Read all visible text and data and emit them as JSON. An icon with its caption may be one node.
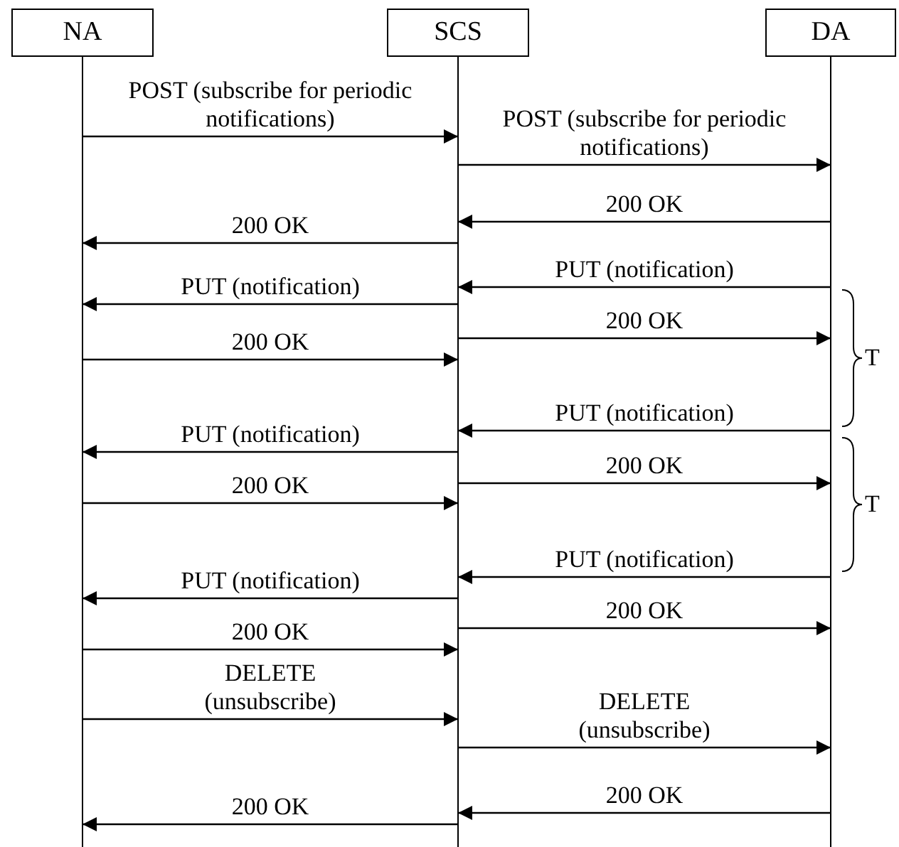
{
  "diagram": {
    "nodes": [
      {
        "text": [
          "NA"
        ]
      },
      {
        "text": [
          "SCS"
        ]
      },
      {
        "text": [
          "DA"
        ]
      }
    ],
    "edges": [
      {
        "from": 0,
        "to": 1,
        "arrow": "to",
        "label": "POST (subscribe for periodic notifications)"
      },
      {
        "from": 1,
        "to": 2,
        "arrow": "to",
        "label": "POST (subscribe for periodic notifications)"
      },
      {
        "from": 2,
        "to": 1,
        "arrow": "to",
        "label": "200 OK"
      },
      {
        "from": 1,
        "to": 0,
        "arrow": "to",
        "label": "200 OK"
      },
      {
        "from": 2,
        "to": 1,
        "arrow": "to",
        "label": "PUT (notification)"
      },
      {
        "from": 1,
        "to": 0,
        "arrow": "to",
        "label": "PUT (notification)"
      },
      {
        "from": 1,
        "to": 2,
        "arrow": "to",
        "label": "200 OK"
      },
      {
        "from": 0,
        "to": 1,
        "arrow": "to",
        "label": "200 OK"
      },
      {
        "from": 2,
        "to": 1,
        "arrow": "to",
        "label": "PUT (notification)"
      },
      {
        "from": 1,
        "to": 0,
        "arrow": "to",
        "label": "PUT (notification)"
      },
      {
        "from": 1,
        "to": 2,
        "arrow": "to",
        "label": "200 OK"
      },
      {
        "from": 0,
        "to": 1,
        "arrow": "to",
        "label": "200 OK"
      },
      {
        "from": 2,
        "to": 1,
        "arrow": "to",
        "label": "PUT (notification)"
      },
      {
        "from": 1,
        "to": 0,
        "arrow": "to",
        "label": "PUT (notification)"
      },
      {
        "from": 1,
        "to": 2,
        "arrow": "to",
        "label": "200 OK"
      },
      {
        "from": 0,
        "to": 1,
        "arrow": "to",
        "label": "200 OK"
      },
      {
        "from": 0,
        "to": 1,
        "arrow": "to",
        "label": "DELETE (unsubscribe)"
      },
      {
        "from": 1,
        "to": 2,
        "arrow": "to",
        "label": "DELETE (unsubscribe)"
      },
      {
        "from": 2,
        "to": 1,
        "arrow": "to",
        "label": "200 OK"
      },
      {
        "from": 1,
        "to": 0,
        "arrow": "to",
        "label": "200 OK"
      }
    ],
    "labels": [
      "T",
      "T"
    ]
  }
}
